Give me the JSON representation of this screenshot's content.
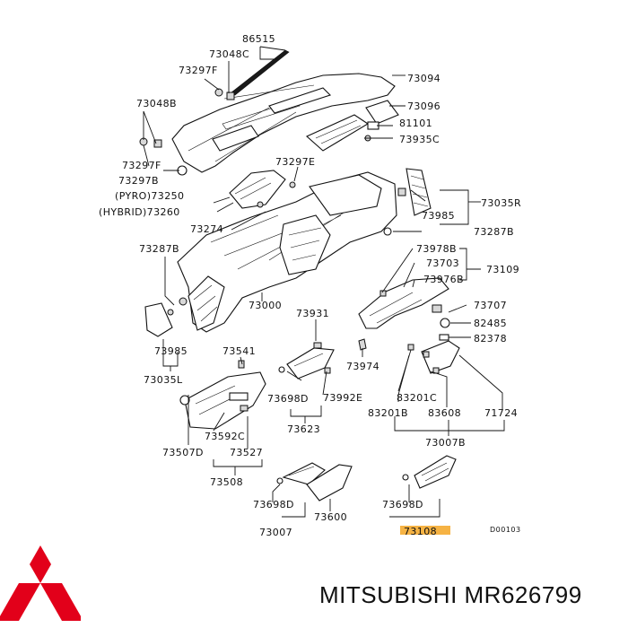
{
  "labels": {
    "l86515": "86515",
    "l73048C": "73048C",
    "l73297F_top": "73297F",
    "l73094": "73094",
    "l73048B": "73048B",
    "l73096": "73096",
    "l81101": "81101",
    "l73935C": "73935C",
    "l73297F_mid": "73297F",
    "l73297B": "73297B",
    "l73297E": "73297E",
    "l73250": "(PYRO)73250",
    "l73260": "(HYBRID)73260",
    "l73035R": "73035R",
    "l73985_right": "73985",
    "l73274": "73274",
    "l73287B_right": "73287B",
    "l73287B_left": "73287B",
    "l73978B": "73978B",
    "l73703": "73703",
    "l73109": "73109",
    "l73976B": "73976B",
    "l73707": "73707",
    "l73000": "73000",
    "l73931": "73931",
    "l82485": "82485",
    "l82378": "82378",
    "l73985_left": "73985",
    "l73541": "73541",
    "l73974": "73974",
    "l73035L": "73035L",
    "l73698D_mid": "73698D",
    "l73992E": "73992E",
    "l83201C": "83201C",
    "l83201B": "83201B",
    "l83608": "83608",
    "l71724": "71724",
    "l73623": "73623",
    "l73592C": "73592C",
    "l73007B": "73007B",
    "l73507D": "73507D",
    "l73527": "73527",
    "l73508": "73508",
    "l73698D_low": "73698D",
    "l73600": "73600",
    "l73698D_right": "73698D",
    "l73007": "73007",
    "l73108": "73108",
    "code": "D00103"
  },
  "brand": {
    "text": "MITSUBISHI MR626799",
    "logo_color": "#e2001a",
    "highlight_color": "#f5a623"
  }
}
